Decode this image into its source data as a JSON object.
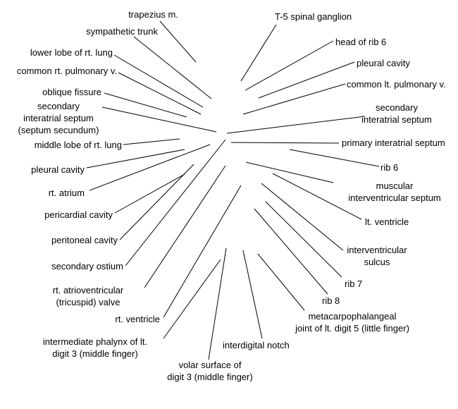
{
  "labels": {
    "trapezius": "trapezius m.",
    "sympathetic_trunk": "sympathetic trunk",
    "lower_lobe_rt_lung": "lower lobe of rt. lung",
    "common_rt_pulmonary_v": "common rt. pulmonary v.",
    "oblique_fissure": "oblique fissure",
    "secondary_septum_rt": "secondary\ninteratrial septum\n(septum secundum)",
    "middle_lobe_rt_lung": "middle lobe of rt. lung",
    "pleural_cavity_left": "pleural cavity",
    "rt_atrium": "rt. atrium",
    "pericardial_cavity": "pericardial cavity",
    "peritoneal_cavity": "peritoneal cavity",
    "secondary_ostium": "secondary ostium",
    "rt_av_valve": "rt. atrioventricular\n(tricuspid) valve",
    "rt_ventricle": "rt. ventricle",
    "intermediate_phalynx": "intermediate phalynx of lt.\ndigit 3 (middle finger)",
    "volar_surface": "volar surface of\ndigit 3 (middle finger)",
    "interdigital_notch": "interdigital notch",
    "metacarpophalangeal": "metacarpophalangeal\njoint of lt. digit 5 (little finger)",
    "rib_8": "rib 8",
    "rib_7": "rib 7",
    "interventricular_sulcus": "interventricular\nsulcus",
    "lt_ventricle": "lt. ventricle",
    "muscular_septum": "muscular\ninterventricular septum",
    "rib_6": "rib 6",
    "primary_septum": "primary interatrial septum",
    "secondary_septum_lt": "secondary\ninteratrial septum",
    "common_lt_pulmonary_v": "common lt. pulmonary v.",
    "pleural_cavity_right": "pleural cavity",
    "head_rib_6": "head of rib 6",
    "t5_ganglion": "T-5 spinal ganglion"
  },
  "colors": {
    "line": "#000000",
    "text": "#000000",
    "background": "#ffffff"
  }
}
